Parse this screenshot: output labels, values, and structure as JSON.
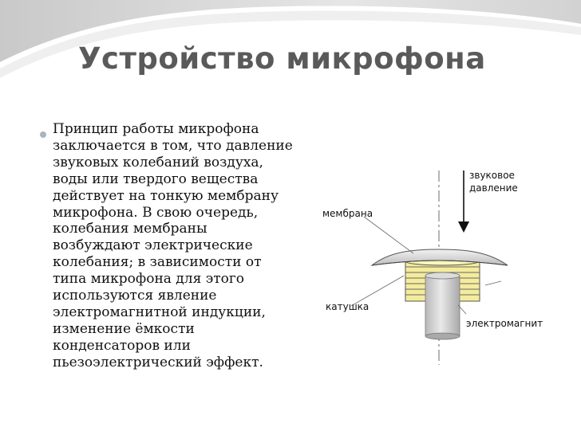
{
  "slide": {
    "title": "Устройство микрофона",
    "body_lines": [
      "Принцип работы микрофона",
      "заключается в том, что давление",
      "звуковых колебаний воздуха,",
      "воды или твердого вещества",
      "действует на тонкую мембрану",
      "микрофона.  В свою очередь,",
      "колебания мембраны",
      "возбуждают электрические",
      "колебания; в зависимости от",
      "типа микрофона для этого",
      "используются явление",
      "электромагнитной индукции,",
      "изменение ёмкости",
      "конденсаторов или",
      "пьезоэлектрический эффект."
    ]
  },
  "diagram": {
    "label_sound_line1": "звуковое",
    "label_sound_line2": "давление",
    "label_membrane": "мембрана",
    "label_coil": "катушка",
    "label_magnet": "электромагнит"
  }
}
